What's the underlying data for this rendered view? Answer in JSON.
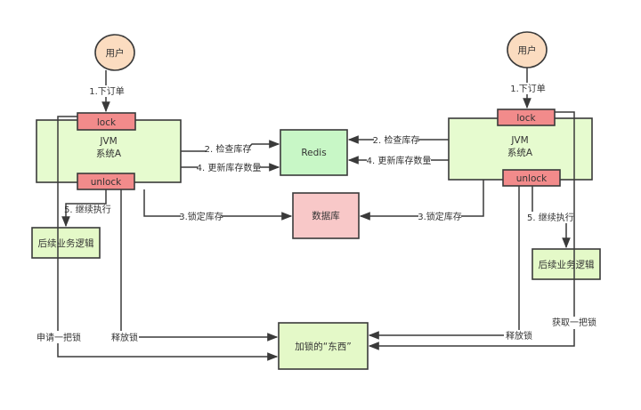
{
  "diagram": {
    "left": {
      "user": "用户",
      "order": "1.下订单",
      "jvm_line1": "JVM",
      "jvm_line2": "系统A",
      "lock": "lock",
      "unlock": "unlock",
      "check_stock": "2. 检查库存",
      "update_stock": "4. 更新库存数量",
      "lock_stock": "3.锁定库存",
      "continue": "5. 继续执行",
      "followup": "后续业务逻辑",
      "request_lock": "申请一把锁",
      "release_lock": "释放锁"
    },
    "right": {
      "user": "用户",
      "order": "1.下订单",
      "jvm_line1": "JVM",
      "jvm_line2": "系统A",
      "lock": "lock",
      "unlock": "unlock",
      "check_stock": "2. 检查库存",
      "update_stock": "4. 更新库存数量",
      "lock_stock": "3.锁定库存",
      "continue": "5. 继续执行",
      "followup": "后续业务逻辑",
      "acquire_lock": "获取一把锁",
      "release_lock": "释放锁"
    },
    "redis": "Redis",
    "database": "数据库",
    "lock_thing": "加锁的“东西”"
  },
  "colors": {
    "jvm": "#e6fbcf",
    "lock": "#f28b8b",
    "redis": "#c8f7c6",
    "database": "#f8c8c8",
    "user": "#fbdcc0",
    "stroke": "#3a3a3a"
  }
}
